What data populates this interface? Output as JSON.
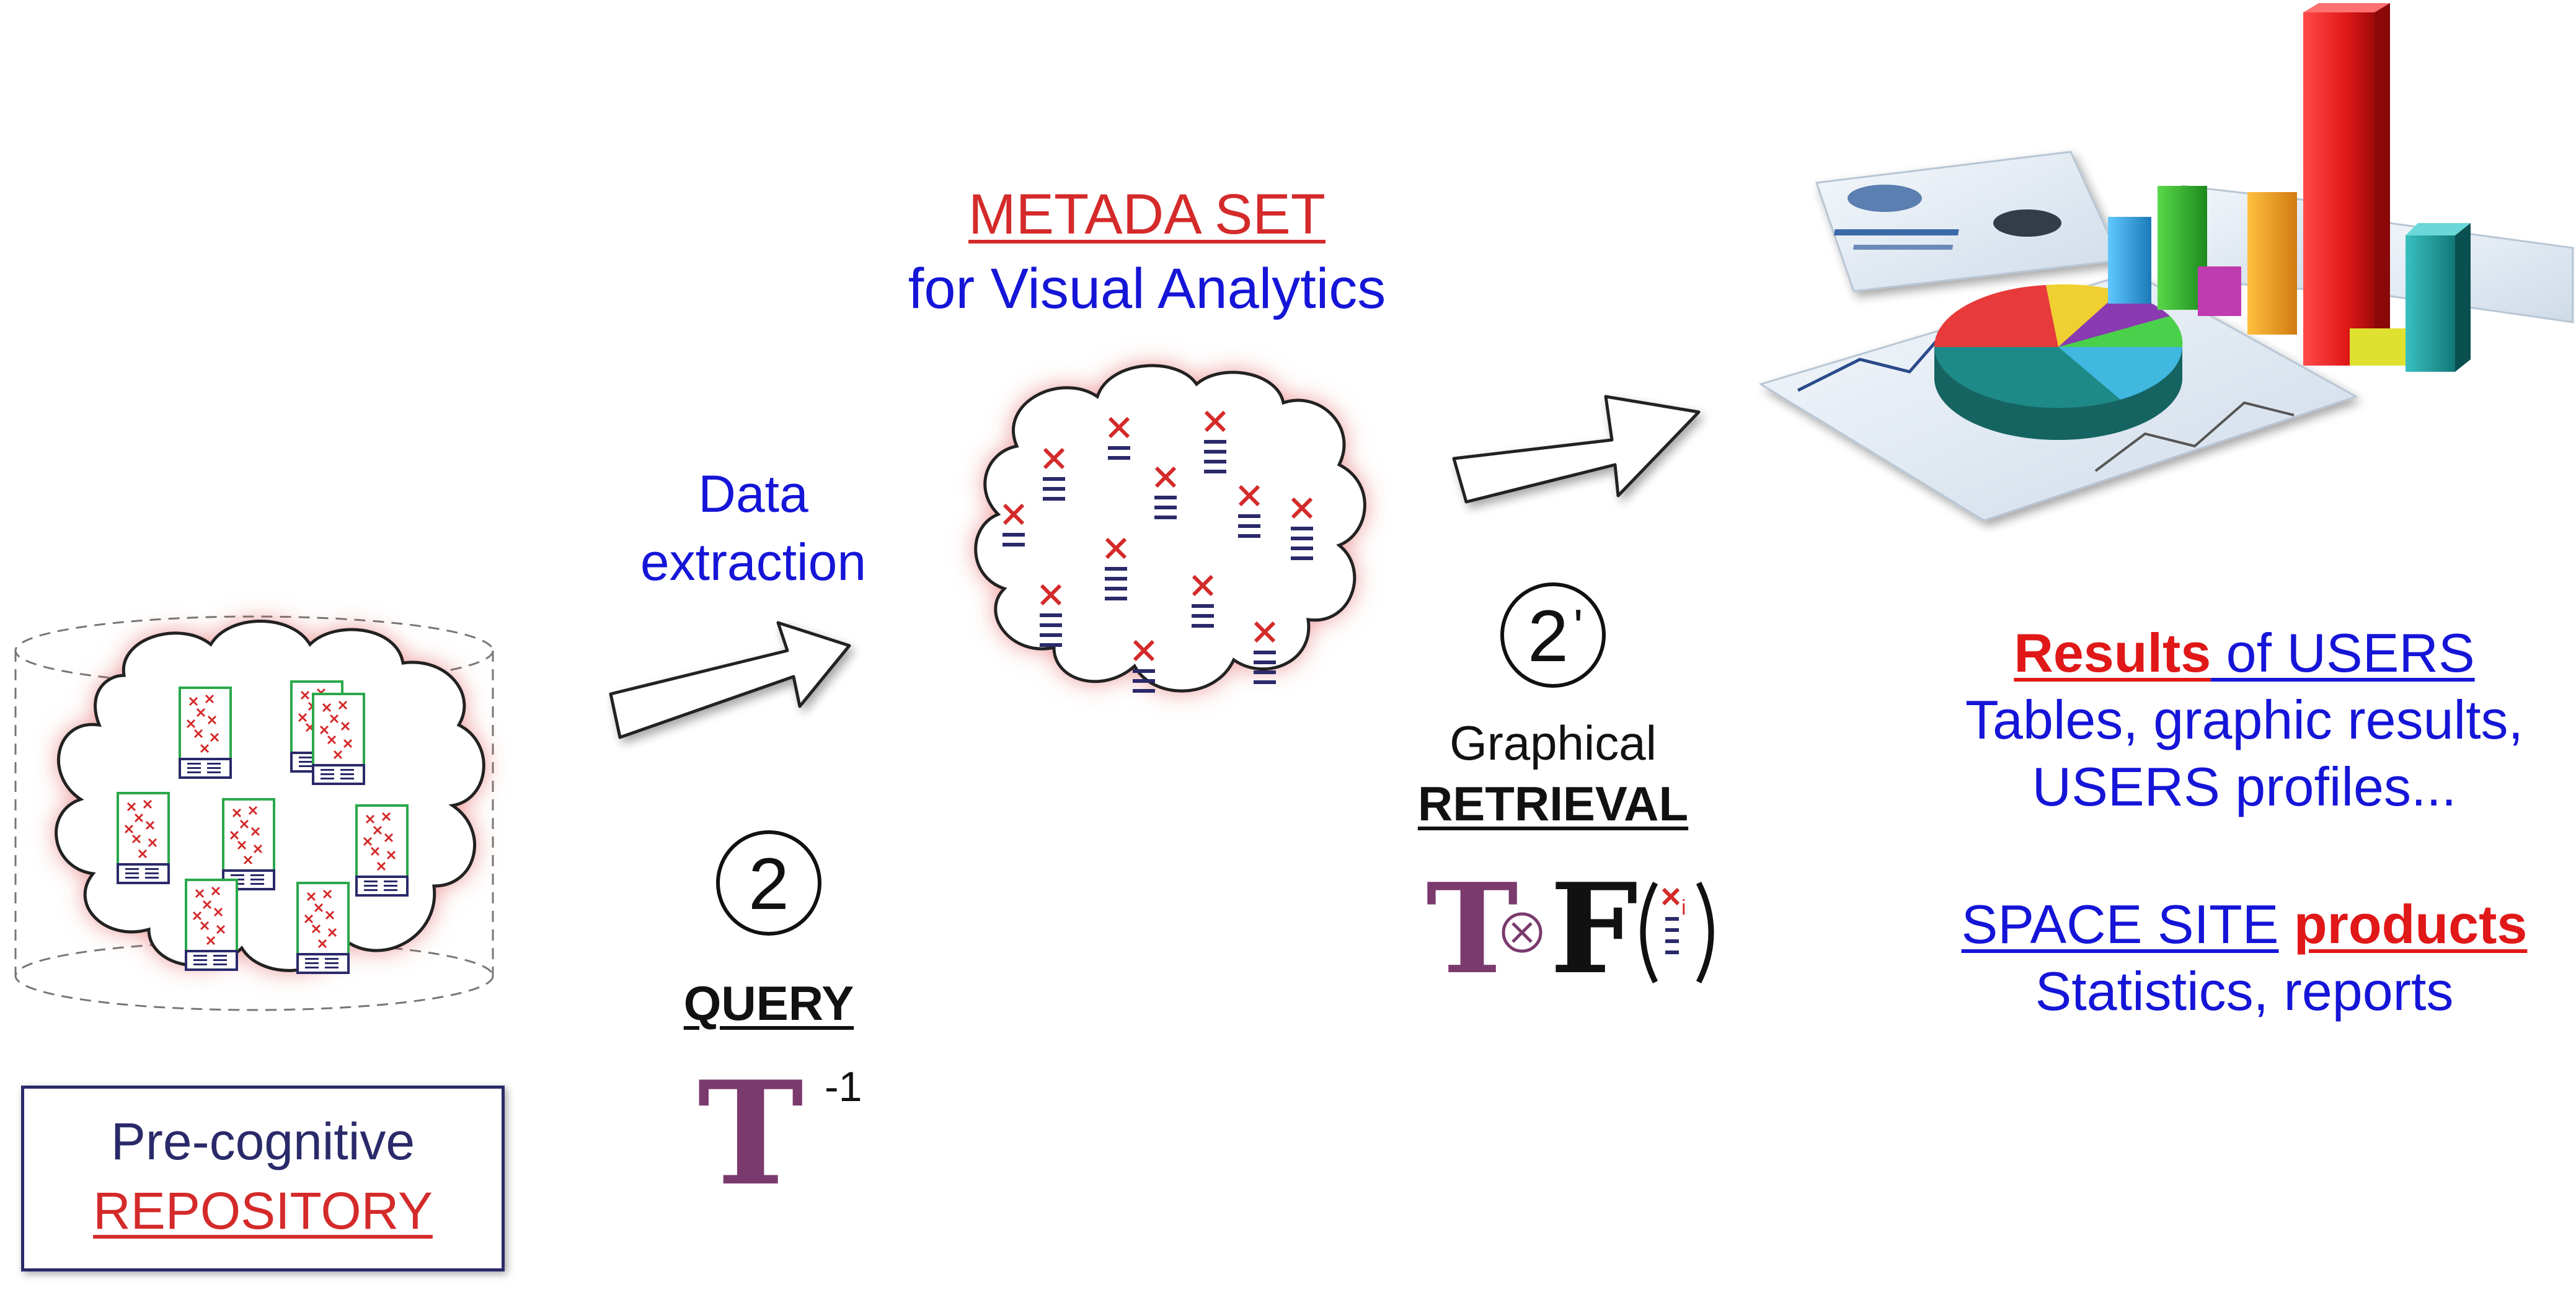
{
  "repository": {
    "line1": "Pre-cognitive",
    "line2": "REPOSITORY"
  },
  "step_query": {
    "number": "2",
    "title": "QUERY",
    "symbol": "T",
    "exponent": "-1"
  },
  "extraction": {
    "line1": "Data",
    "line2": "extraction"
  },
  "metadata": {
    "line1": "METADA SET",
    "line2": "for Visual Analytics"
  },
  "step_retrieval": {
    "number": "2",
    "prime": "'",
    "line1": "Graphical",
    "line2": "RETRIEVAL",
    "symbol_t": "T",
    "symbol_f": "F",
    "sub_i": "i"
  },
  "results": {
    "results_word": "Results",
    "results_rest": " of USERS",
    "line2": "Tables, graphic results,",
    "line3": "USERS profiles...",
    "space_site": "SPACE SITE",
    "products": "products",
    "line5": "Statistics, reports"
  },
  "colors": {
    "blue": "#1515d8",
    "red": "#d42a2a",
    "navy": "#2a2a6a",
    "purple": "#7a3a6e",
    "doc_border": "#2aa84a"
  }
}
